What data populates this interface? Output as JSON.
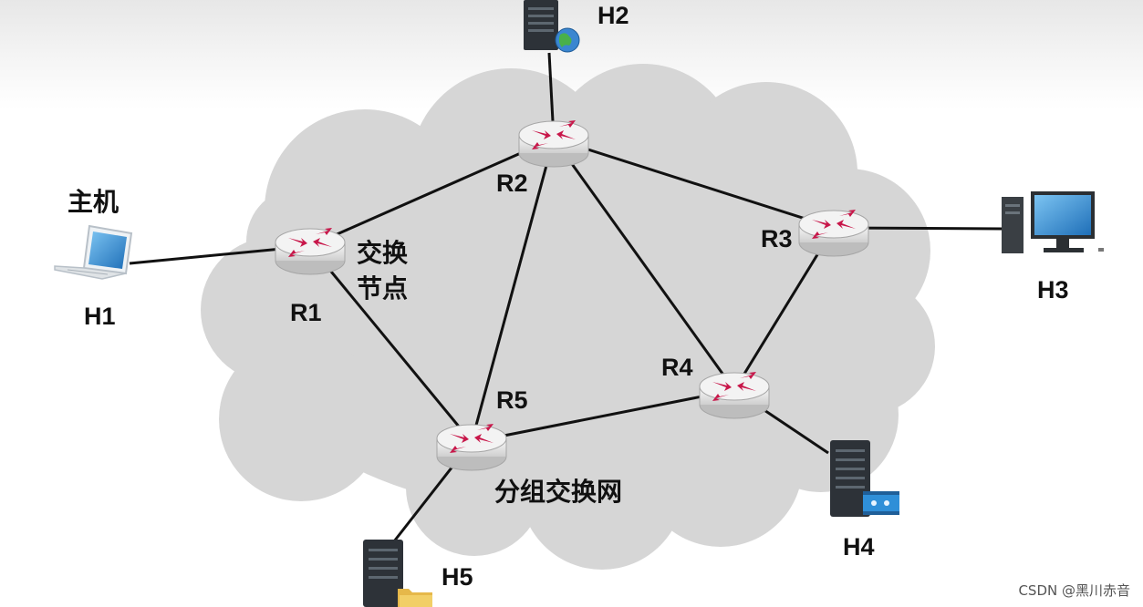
{
  "routers": [
    {
      "id": "R1",
      "label": "R1"
    },
    {
      "id": "R2",
      "label": "R2"
    },
    {
      "id": "R3",
      "label": "R3"
    },
    {
      "id": "R4",
      "label": "R4"
    },
    {
      "id": "R5",
      "label": "R5"
    }
  ],
  "hosts": [
    {
      "id": "H1",
      "label": "H1",
      "device": "laptop-icon"
    },
    {
      "id": "H2",
      "label": "H2",
      "device": "web-server-icon"
    },
    {
      "id": "H3",
      "label": "H3",
      "device": "desktop-computer-icon"
    },
    {
      "id": "H4",
      "label": "H4",
      "device": "media-server-icon"
    },
    {
      "id": "H5",
      "label": "H5",
      "device": "file-server-icon"
    }
  ],
  "links": [
    [
      "H1",
      "R1"
    ],
    [
      "H2",
      "R2"
    ],
    [
      "H3",
      "R3"
    ],
    [
      "H4",
      "R4"
    ],
    [
      "H5",
      "R5"
    ],
    [
      "R1",
      "R2"
    ],
    [
      "R1",
      "R5"
    ],
    [
      "R2",
      "R5"
    ],
    [
      "R2",
      "R4"
    ],
    [
      "R2",
      "R3"
    ],
    [
      "R3",
      "R4"
    ],
    [
      "R4",
      "R5"
    ]
  ],
  "labels": {
    "host_caption": "主机",
    "switch_node_line1": "交换",
    "switch_node_line2": "节点",
    "network": "分组交换网"
  },
  "watermark": "CSDN @黑川赤音",
  "colors": {
    "cloud": "#d6d6d6",
    "router_body": "#ededed",
    "router_arrow": "#c8174a",
    "link": "#111111",
    "server_body": "#2d3238",
    "monitor_screen": "#2f7fc9"
  }
}
